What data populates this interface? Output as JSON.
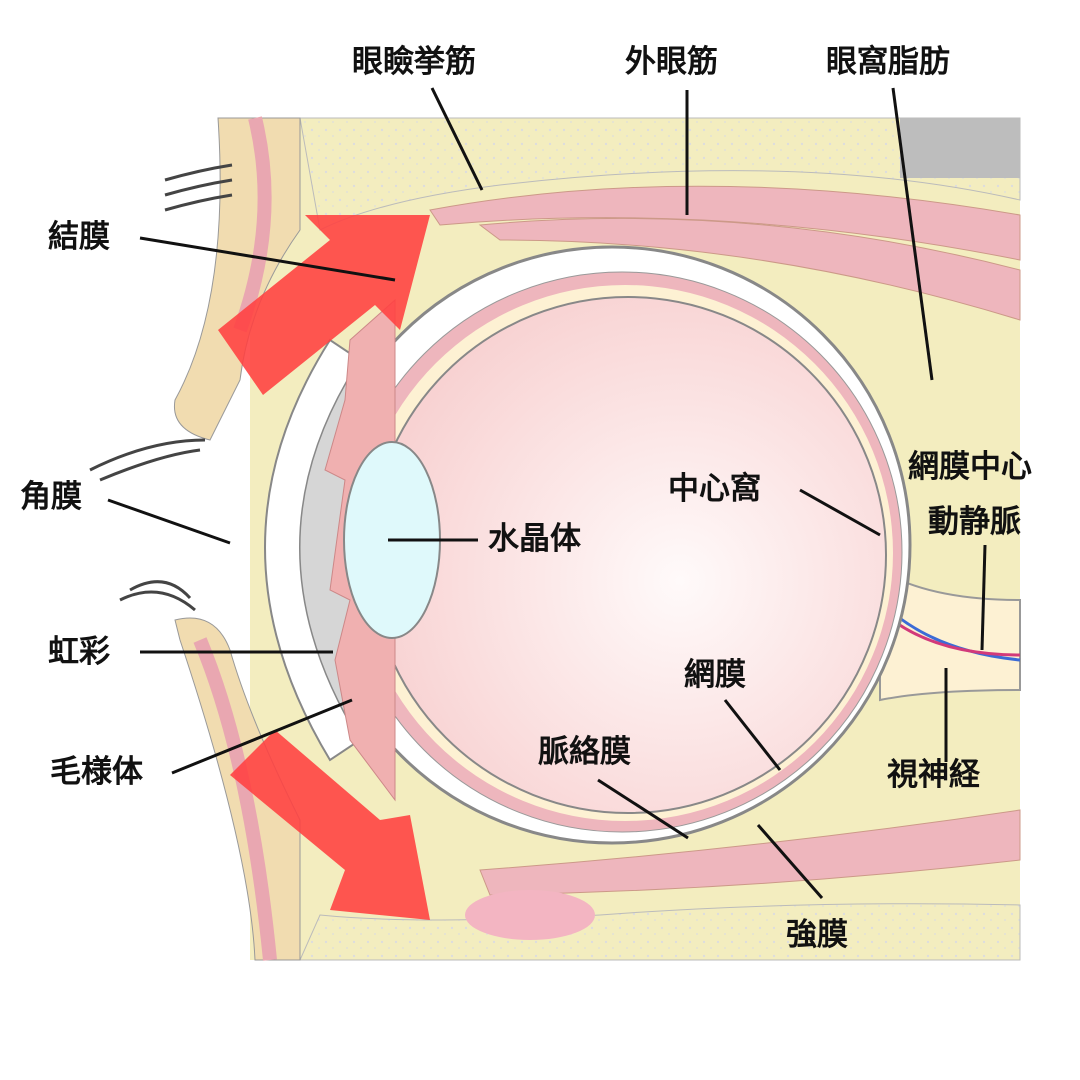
{
  "title": "眼球の構造",
  "labels": {
    "levator": "眼瞼挙筋",
    "extraocular": "外眼筋",
    "orbital_fat": "眼窩脂肪",
    "conjunctiva": "結膜",
    "cornea": "角膜",
    "lens": "水晶体",
    "fovea": "中心窩",
    "central_vessels_1": "網膜中心",
    "central_vessels_2": "動静脈",
    "iris": "虹彩",
    "ciliary": "毛様体",
    "retina": "網膜",
    "choroid": "脈絡膜",
    "optic_nerve": "視神経",
    "sclera": "強膜"
  },
  "colors": {
    "fat": "#f3edbf",
    "muscle": "#eeb6bd",
    "vitreous": "#fbe3e3",
    "lens": "#dff9fb",
    "arrow": "#ff4040",
    "bone": "#f7f7f2"
  }
}
